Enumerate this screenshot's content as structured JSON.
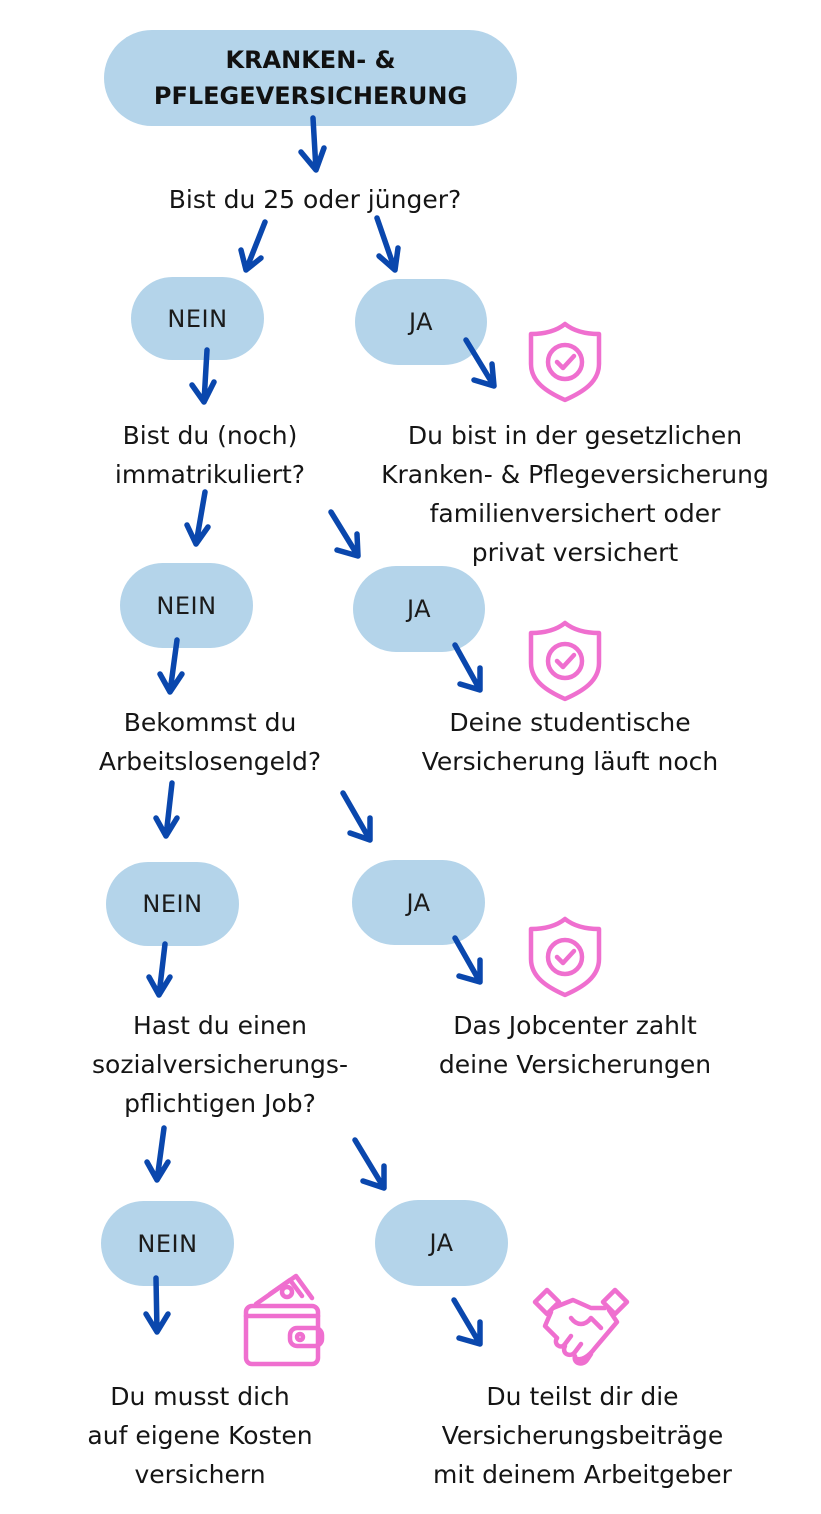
{
  "title": {
    "line1": "KRANKEN- &",
    "line2": "PFLEGEVERSICHERUNG"
  },
  "questions": {
    "q1": {
      "line1": "Bist du 25 oder jünger?"
    },
    "q2": {
      "line1": "Bist du (noch)",
      "line2": "immatrikuliert?"
    },
    "q3": {
      "line1": "Bekommst du",
      "line2": "Arbeitslosengeld?"
    },
    "q4": {
      "line1": "Hast du einen",
      "line2": "sozialversicherungs-",
      "line3": "pflichtigen Job?"
    }
  },
  "answers": {
    "no": "NEIN",
    "yes": "JA"
  },
  "results": {
    "r1": {
      "line1": "Du bist in der gesetzlichen",
      "line2": "Kranken- & Pflegeversicherung",
      "line3": "familienversichert oder",
      "line4": "privat versichert"
    },
    "r2": {
      "line1": "Deine studentische",
      "line2": "Versicherung läuft noch"
    },
    "r3": {
      "line1": "Das Jobcenter zahlt",
      "line2": "deine Versicherungen"
    },
    "r4": {
      "line1": "Du teilst dir die",
      "line2": "Versicherungsbeiträge",
      "line3": "mit deinem Arbeitgeber"
    },
    "r5": {
      "line1": "Du musst dich",
      "line2": "auf eigene Kosten",
      "line3": "versichern"
    }
  },
  "icons": [
    "shield-check-icon",
    "shield-check-icon",
    "shield-check-icon",
    "wallet-money-icon",
    "handshake-icon"
  ],
  "colors": {
    "pill": "#b4d4ea",
    "arrow": "#0a47ad",
    "icon": "#ef6fcf",
    "text": "#151515"
  }
}
